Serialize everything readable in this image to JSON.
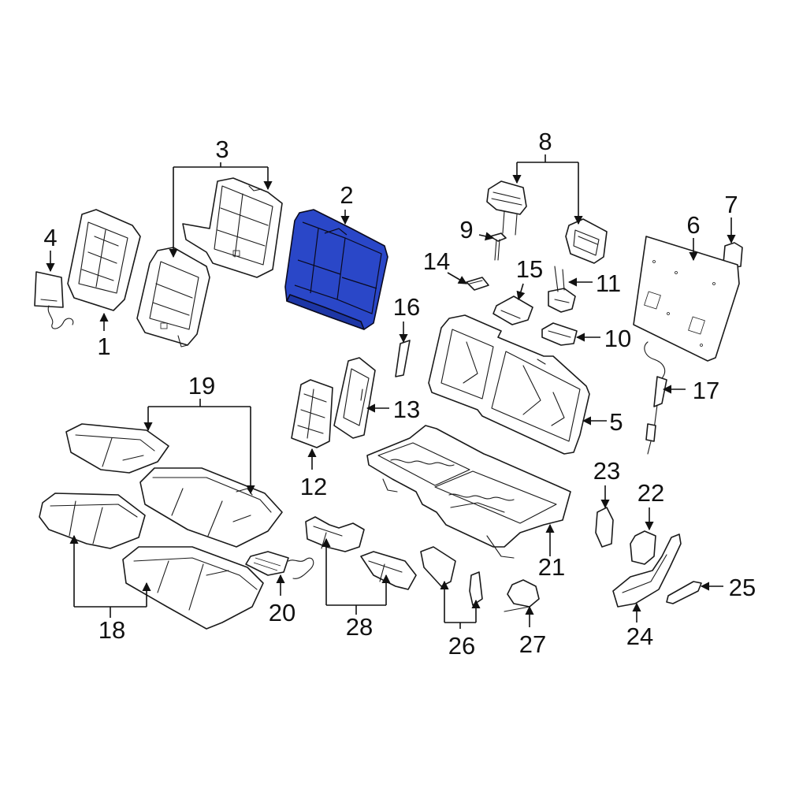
{
  "callouts": {
    "c1": "1",
    "c2": "2",
    "c3": "3",
    "c4": "4",
    "c5": "5",
    "c6": "6",
    "c7": "7",
    "c8": "8",
    "c9": "9",
    "c10": "10",
    "c11": "11",
    "c12": "12",
    "c13": "13",
    "c14": "14",
    "c15": "15",
    "c16": "16",
    "c17": "17",
    "c18": "18",
    "c19": "19",
    "c20": "20",
    "c21": "21",
    "c22": "22",
    "c23": "23",
    "c24": "24",
    "c25": "25",
    "c26": "26",
    "c27": "27",
    "c28": "28"
  },
  "highlight": {
    "part": "2",
    "color": "#2a47c8",
    "shade": "#1d36a6"
  }
}
